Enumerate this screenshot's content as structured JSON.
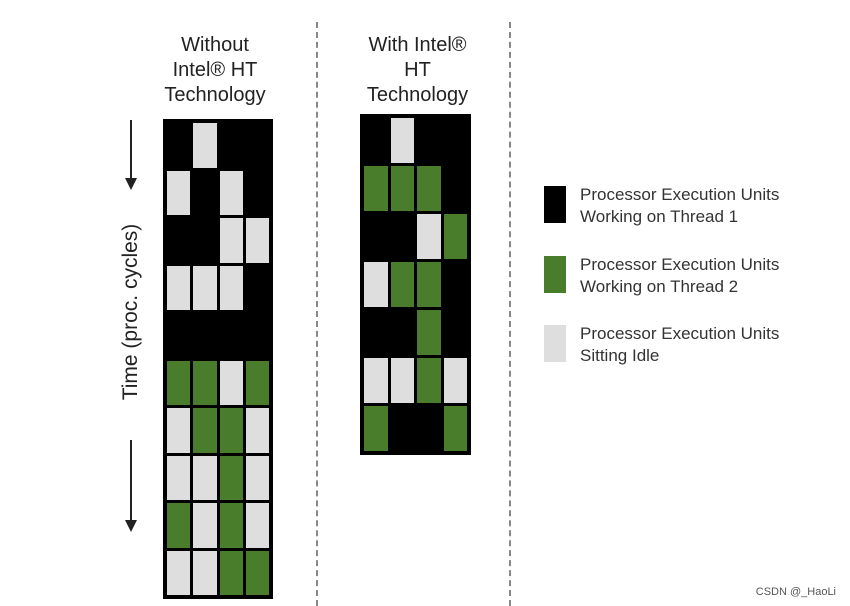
{
  "titles": {
    "without_ht": "Without\nIntel® HT\nTechnology",
    "with_ht": "With Intel®\nHT\nTechnology"
  },
  "time_axis_label": "Time (proc. cycles)",
  "colors": {
    "thread1": "#000000",
    "thread2": "#4a7d2b",
    "idle": "#dedede"
  },
  "grids": {
    "without_ht": [
      [
        "t1",
        "idle",
        "t1",
        "t1"
      ],
      [
        "idle",
        "t1",
        "idle",
        "t1"
      ],
      [
        "t1",
        "t1",
        "idle",
        "idle"
      ],
      [
        "idle",
        "idle",
        "idle",
        "t1"
      ],
      [
        "t1",
        "t1",
        "t1",
        "t1"
      ],
      [
        "t2",
        "t2",
        "idle",
        "t2"
      ],
      [
        "idle",
        "t2",
        "t2",
        "idle"
      ],
      [
        "idle",
        "idle",
        "t2",
        "idle"
      ],
      [
        "t2",
        "idle",
        "t2",
        "idle"
      ],
      [
        "idle",
        "idle",
        "t2",
        "t2"
      ]
    ],
    "with_ht": [
      [
        "t1",
        "idle",
        "t1",
        "t1"
      ],
      [
        "t2",
        "t2",
        "t2",
        "t1"
      ],
      [
        "t1",
        "t1",
        "idle",
        "t2"
      ],
      [
        "idle",
        "t2",
        "t2",
        "t1"
      ],
      [
        "t1",
        "t1",
        "t2",
        "t1"
      ],
      [
        "idle",
        "idle",
        "t2",
        "idle"
      ],
      [
        "t2",
        "t1",
        "t1",
        "t2"
      ]
    ]
  },
  "legend": {
    "thread1": "Processor Execution Units\nWorking on Thread 1",
    "thread2": "Processor Execution Units\nWorking on Thread 2",
    "idle": "Processor Execution Units\nSitting Idle"
  },
  "watermark": "CSDN @_HaoLi"
}
